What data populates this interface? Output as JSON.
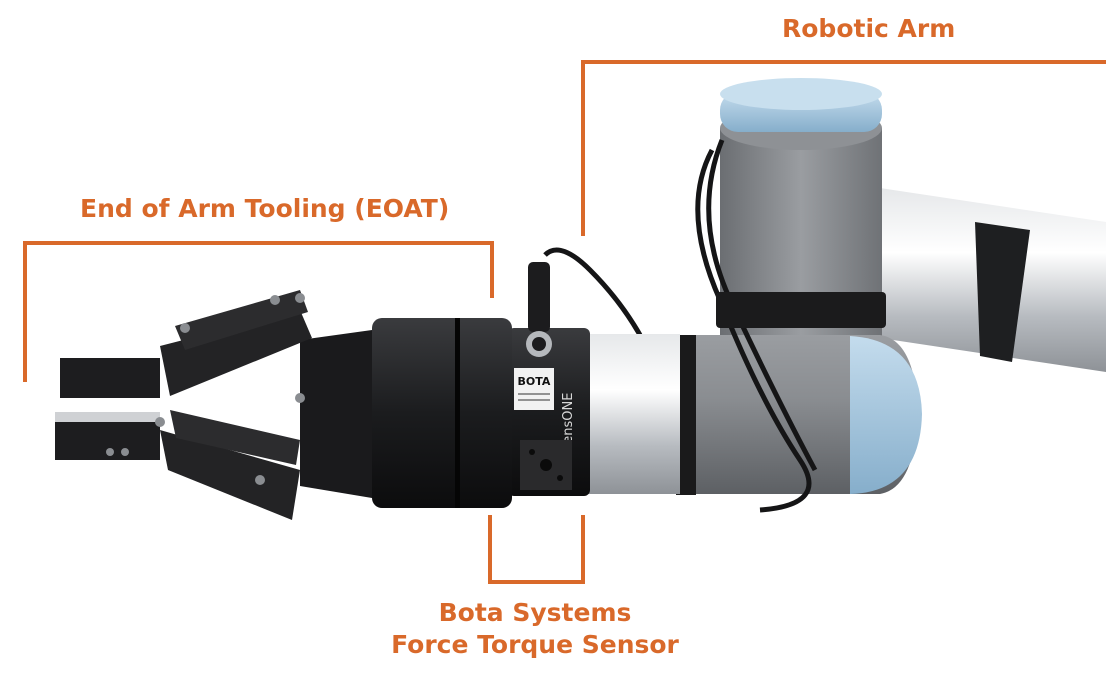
{
  "labels": {
    "robotic_arm": "Robotic Arm",
    "eoat": "End of Arm Tooling (EOAT)",
    "sensor_line1": "Bota Systems",
    "sensor_line2": "Force Torque Sensor"
  },
  "sensor_text": {
    "brand": "BOTA",
    "model": "SensONE"
  },
  "colors": {
    "accent": "#d9692a",
    "arm_gray": "#7c7f83",
    "arm_blue": "#9fc3dc",
    "tool_black": "#1c1c1e",
    "silver": "#c9ccd0"
  }
}
